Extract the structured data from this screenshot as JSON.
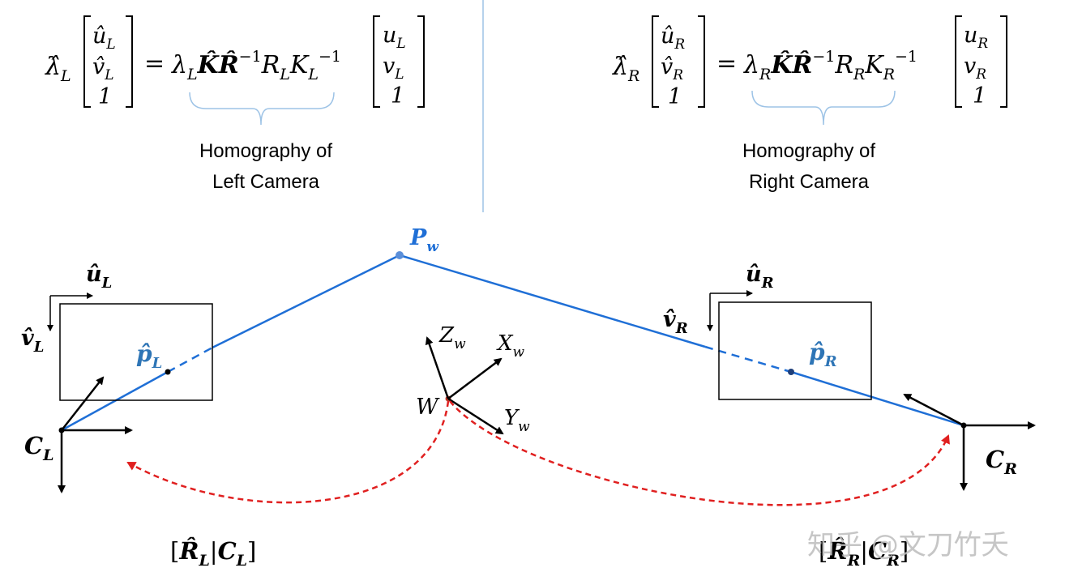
{
  "colors": {
    "ray": "#1f6fd6",
    "point_label": "#1f6fd6",
    "pixel_label": "#2e75b6",
    "divider": "#9dc3e6",
    "brace": "#9dc3e6",
    "extrinsic_arrow": "#e02020",
    "watermark": "#bdbdbd"
  },
  "left_equation": {
    "lhs_lambda": "λ̂",
    "lhs_lambda_sub": "L",
    "lhs_vector": [
      "û",
      "v̂",
      "1"
    ],
    "lhs_vector_sub": "L",
    "equals": "=",
    "rhs_lambda": "λ",
    "rhs_sub": "L",
    "K_hat": "K̂",
    "R_hat": "R̂",
    "inv_exp": "−1",
    "R": "R",
    "K": "K",
    "rhs_vector": [
      "u",
      "v",
      "1"
    ],
    "caption_line1": "Homography  of",
    "caption_line2": "Left Camera"
  },
  "right_equation": {
    "lhs_lambda": "λ̂",
    "lhs_lambda_sub": "R",
    "lhs_vector": [
      "û",
      "v̂",
      "1"
    ],
    "lhs_vector_sub": "R",
    "equals": "=",
    "rhs_lambda": "λ",
    "rhs_sub": "R",
    "K_hat": "K̂",
    "R_hat": "R̂",
    "inv_exp": "−1",
    "R": "R",
    "K": "K",
    "rhs_vector": [
      "u",
      "v",
      "1"
    ],
    "caption_line1": "Homography  of",
    "caption_line2": "Right Camera"
  },
  "diagram": {
    "world_point": {
      "base": "P",
      "sub": "w"
    },
    "left_camera": {
      "center": {
        "base": "C",
        "sub": "L"
      },
      "axis_u": {
        "base": "û",
        "sub": "L"
      },
      "axis_v": {
        "base": "v̂",
        "sub": "L"
      },
      "pixel": {
        "base": "p̂",
        "sub": "L"
      },
      "extrinsics": {
        "open": "[",
        "R_hat": "R̂",
        "sub1": "L",
        "bar": "|",
        "C": "C",
        "sub2": "L",
        "close": "]"
      }
    },
    "right_camera": {
      "center": {
        "base": "C",
        "sub": "R"
      },
      "axis_u": {
        "base": "û",
        "sub": "R"
      },
      "axis_v": {
        "base": "v̂",
        "sub": "R"
      },
      "pixel": {
        "base": "p̂",
        "sub": "R"
      },
      "extrinsics": {
        "open": "[",
        "R_hat": "R̂",
        "sub1": "R",
        "bar": "|",
        "C": "C",
        "sub2": "R",
        "close": "]"
      }
    },
    "world_frame": {
      "origin": "W",
      "x_axis": {
        "base": "X",
        "sub": "w"
      },
      "y_axis": {
        "base": "Y",
        "sub": "w"
      },
      "z_axis": {
        "base": "Z",
        "sub": "w"
      }
    }
  },
  "watermark": "知乎 @文刀竹夭"
}
